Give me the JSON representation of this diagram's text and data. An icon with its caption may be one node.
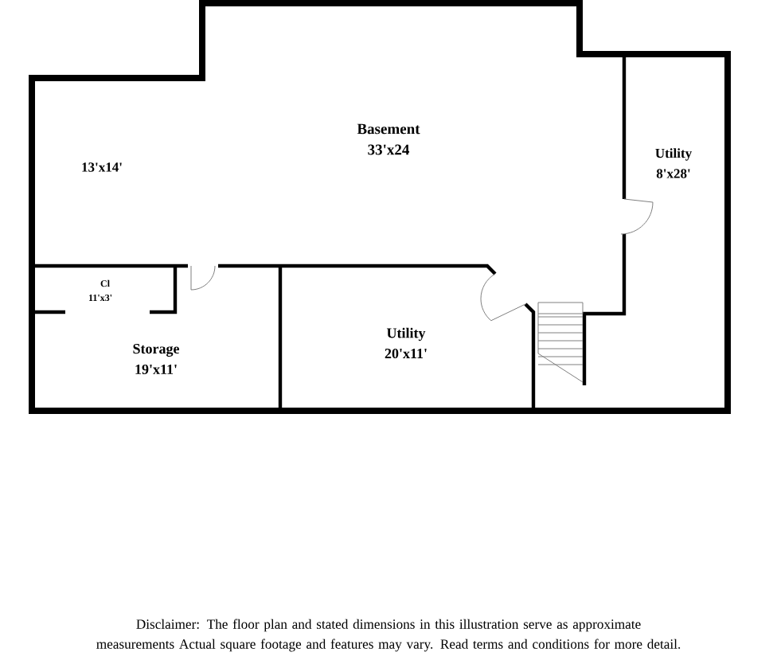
{
  "diagram": {
    "caption": "Disclaimer: The floor plan and stated dimensions in this illustration serve as approximate measurements Actual square footage and features may vary. Read terms and conditions for more detail.",
    "labels": [
      "Basement",
      "33'x24",
      "Utility",
      "8'x28'",
      "13'x14'",
      "Cl",
      "11'x3'",
      "Storage",
      "19'x11'",
      "Utility",
      "20'x11'"
    ]
  }
}
